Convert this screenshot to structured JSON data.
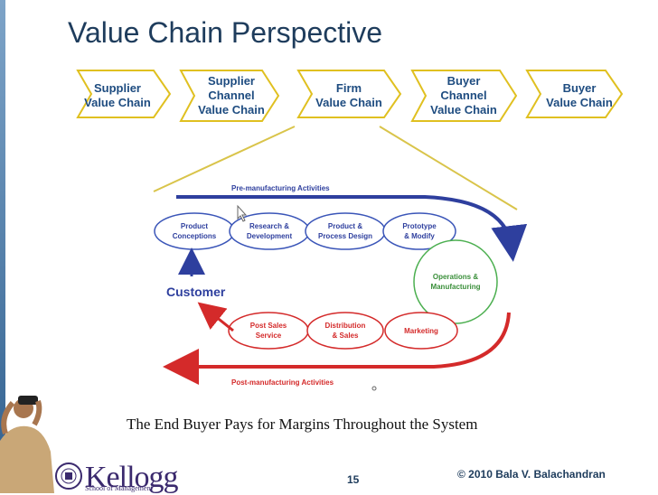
{
  "slide": {
    "title": "Value Chain Perspective",
    "caption": "The End Buyer Pays for Margins Throughout the System",
    "page_number": "15",
    "copyright": "© 2010 Bala V. Balachandran"
  },
  "chain": [
    {
      "line1": "Supplier",
      "line2": "Value Chain",
      "line3": ""
    },
    {
      "line1": "Supplier",
      "line2": "Channel",
      "line3": "Value Chain"
    },
    {
      "line1": "Firm",
      "line2": "Value Chain",
      "line3": ""
    },
    {
      "line1": "Buyer",
      "line2": "Channel",
      "line3": "Value Chain"
    },
    {
      "line1": "Buyer",
      "line2": "Value Chain",
      "line3": ""
    }
  ],
  "diagram": {
    "pre_label": "Pre-manufacturing Activities",
    "post_label": "Post-manufacturing Activities",
    "customer": "Customer",
    "top_nodes": [
      {
        "line1": "Product",
        "line2": "Conceptions"
      },
      {
        "line1": "Research &",
        "line2": "Development"
      },
      {
        "line1": "Product &",
        "line2": "Process Design"
      },
      {
        "line1": "Prototype",
        "line2": "& Modify"
      }
    ],
    "center_node": {
      "line1": "Operations &",
      "line2": "Manufacturing"
    },
    "bottom_nodes": [
      {
        "line1": "Post Sales",
        "line2": "Service"
      },
      {
        "line1": "Distribution",
        "line2": "& Sales"
      },
      {
        "line1": "Marketing",
        "line2": ""
      }
    ],
    "colors": {
      "blue": "#2e3f9e",
      "red": "#d42a2a",
      "green": "#4caf50",
      "gold": "#d9c44a",
      "chevron_border": "#e0c020"
    }
  },
  "logo": {
    "name": "Kellogg",
    "sub": "School of Management"
  }
}
